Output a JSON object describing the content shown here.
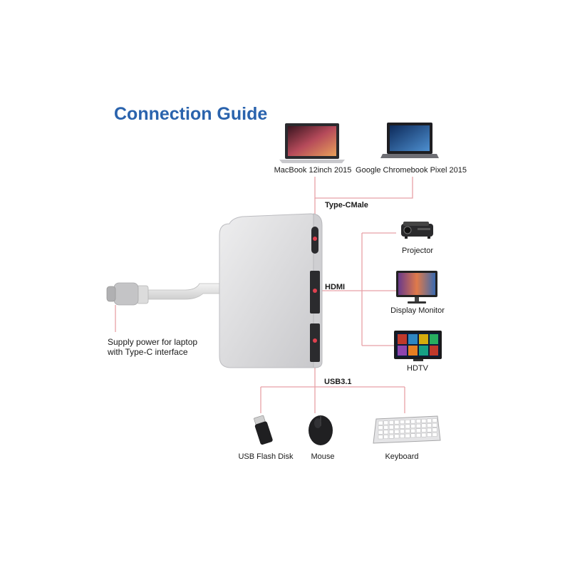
{
  "title": "Connection Guide",
  "hosts": [
    "MacBook 12inch 2015",
    "Google Chromebook Pixel 2015"
  ],
  "ports": {
    "type_c": "Type-CMale",
    "hdmi": "HDMI",
    "usb": "USB3.1"
  },
  "hdmi_devices": [
    "Projector",
    "Display Monitor",
    "HDTV"
  ],
  "usb_devices": [
    "USB Flash Disk",
    "Mouse",
    "Keyboard"
  ],
  "power_note": {
    "line1": "Supply power for laptop",
    "line2": "with Type-C interface"
  },
  "colors": {
    "title": "#2a63ad",
    "connector_line": "#e8a0a6",
    "adapter_body": "#d8d8da",
    "port_marker": "#e0414f"
  }
}
